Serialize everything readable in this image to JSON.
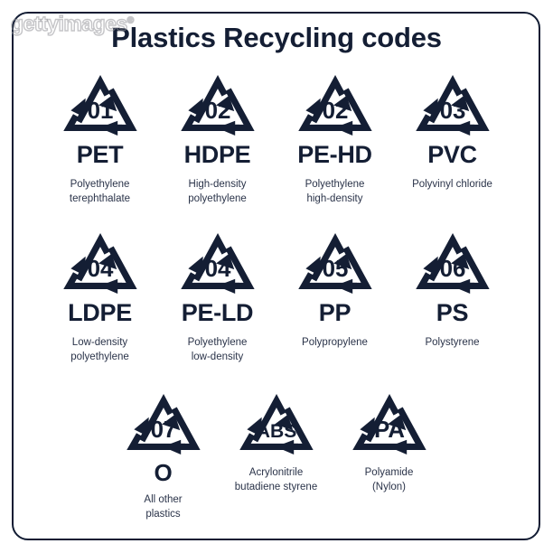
{
  "watermark": {
    "text": "gettyimages",
    "mark": "®"
  },
  "header": {
    "title": "Plastics Recycling codes"
  },
  "colors": {
    "ink": "#141e34",
    "border": "#121c33",
    "background": "#ffffff",
    "caption": "#2a3349"
  },
  "rows": [
    {
      "name": "row-1",
      "items": [
        {
          "icon": "mobius-recycling-triangle-icon",
          "code": "01",
          "abbrev": "PET",
          "fullname": "Polyethylene\nterephthalate"
        },
        {
          "icon": "mobius-recycling-triangle-icon",
          "code": "02",
          "abbrev": "HDPE",
          "fullname": "High-density\npolyethylene"
        },
        {
          "icon": "mobius-recycling-triangle-icon",
          "code": "02",
          "abbrev": "PE-HD",
          "fullname": "Polyethylene\nhigh-density"
        },
        {
          "icon": "mobius-recycling-triangle-icon",
          "code": "03",
          "abbrev": "PVC",
          "fullname": "Polyvinyl chloride"
        }
      ]
    },
    {
      "name": "row-2",
      "items": [
        {
          "icon": "mobius-recycling-triangle-icon",
          "code": "04",
          "abbrev": "LDPE",
          "fullname": "Low-density\npolyethylene"
        },
        {
          "icon": "mobius-recycling-triangle-icon",
          "code": "04",
          "abbrev": "PE-LD",
          "fullname": "Polyethylene\nlow-density"
        },
        {
          "icon": "mobius-recycling-triangle-icon",
          "code": "05",
          "abbrev": "PP",
          "fullname": "Polypropylene"
        },
        {
          "icon": "mobius-recycling-triangle-icon",
          "code": "06",
          "abbrev": "PS",
          "fullname": "Polystyrene"
        }
      ]
    },
    {
      "name": "row-3",
      "items": [
        {
          "icon": "mobius-recycling-triangle-icon",
          "code": "07",
          "abbrev": "O",
          "fullname": "All other\nplastics"
        },
        {
          "icon": "mobius-recycling-triangle-icon",
          "code": "ABS",
          "abbrev": "",
          "fullname": "Acrylonitrile\nbutadiene styrene"
        },
        {
          "icon": "mobius-recycling-triangle-icon",
          "code": "PA",
          "abbrev": "",
          "fullname": "Polyamide\n(Nylon)"
        }
      ]
    }
  ]
}
